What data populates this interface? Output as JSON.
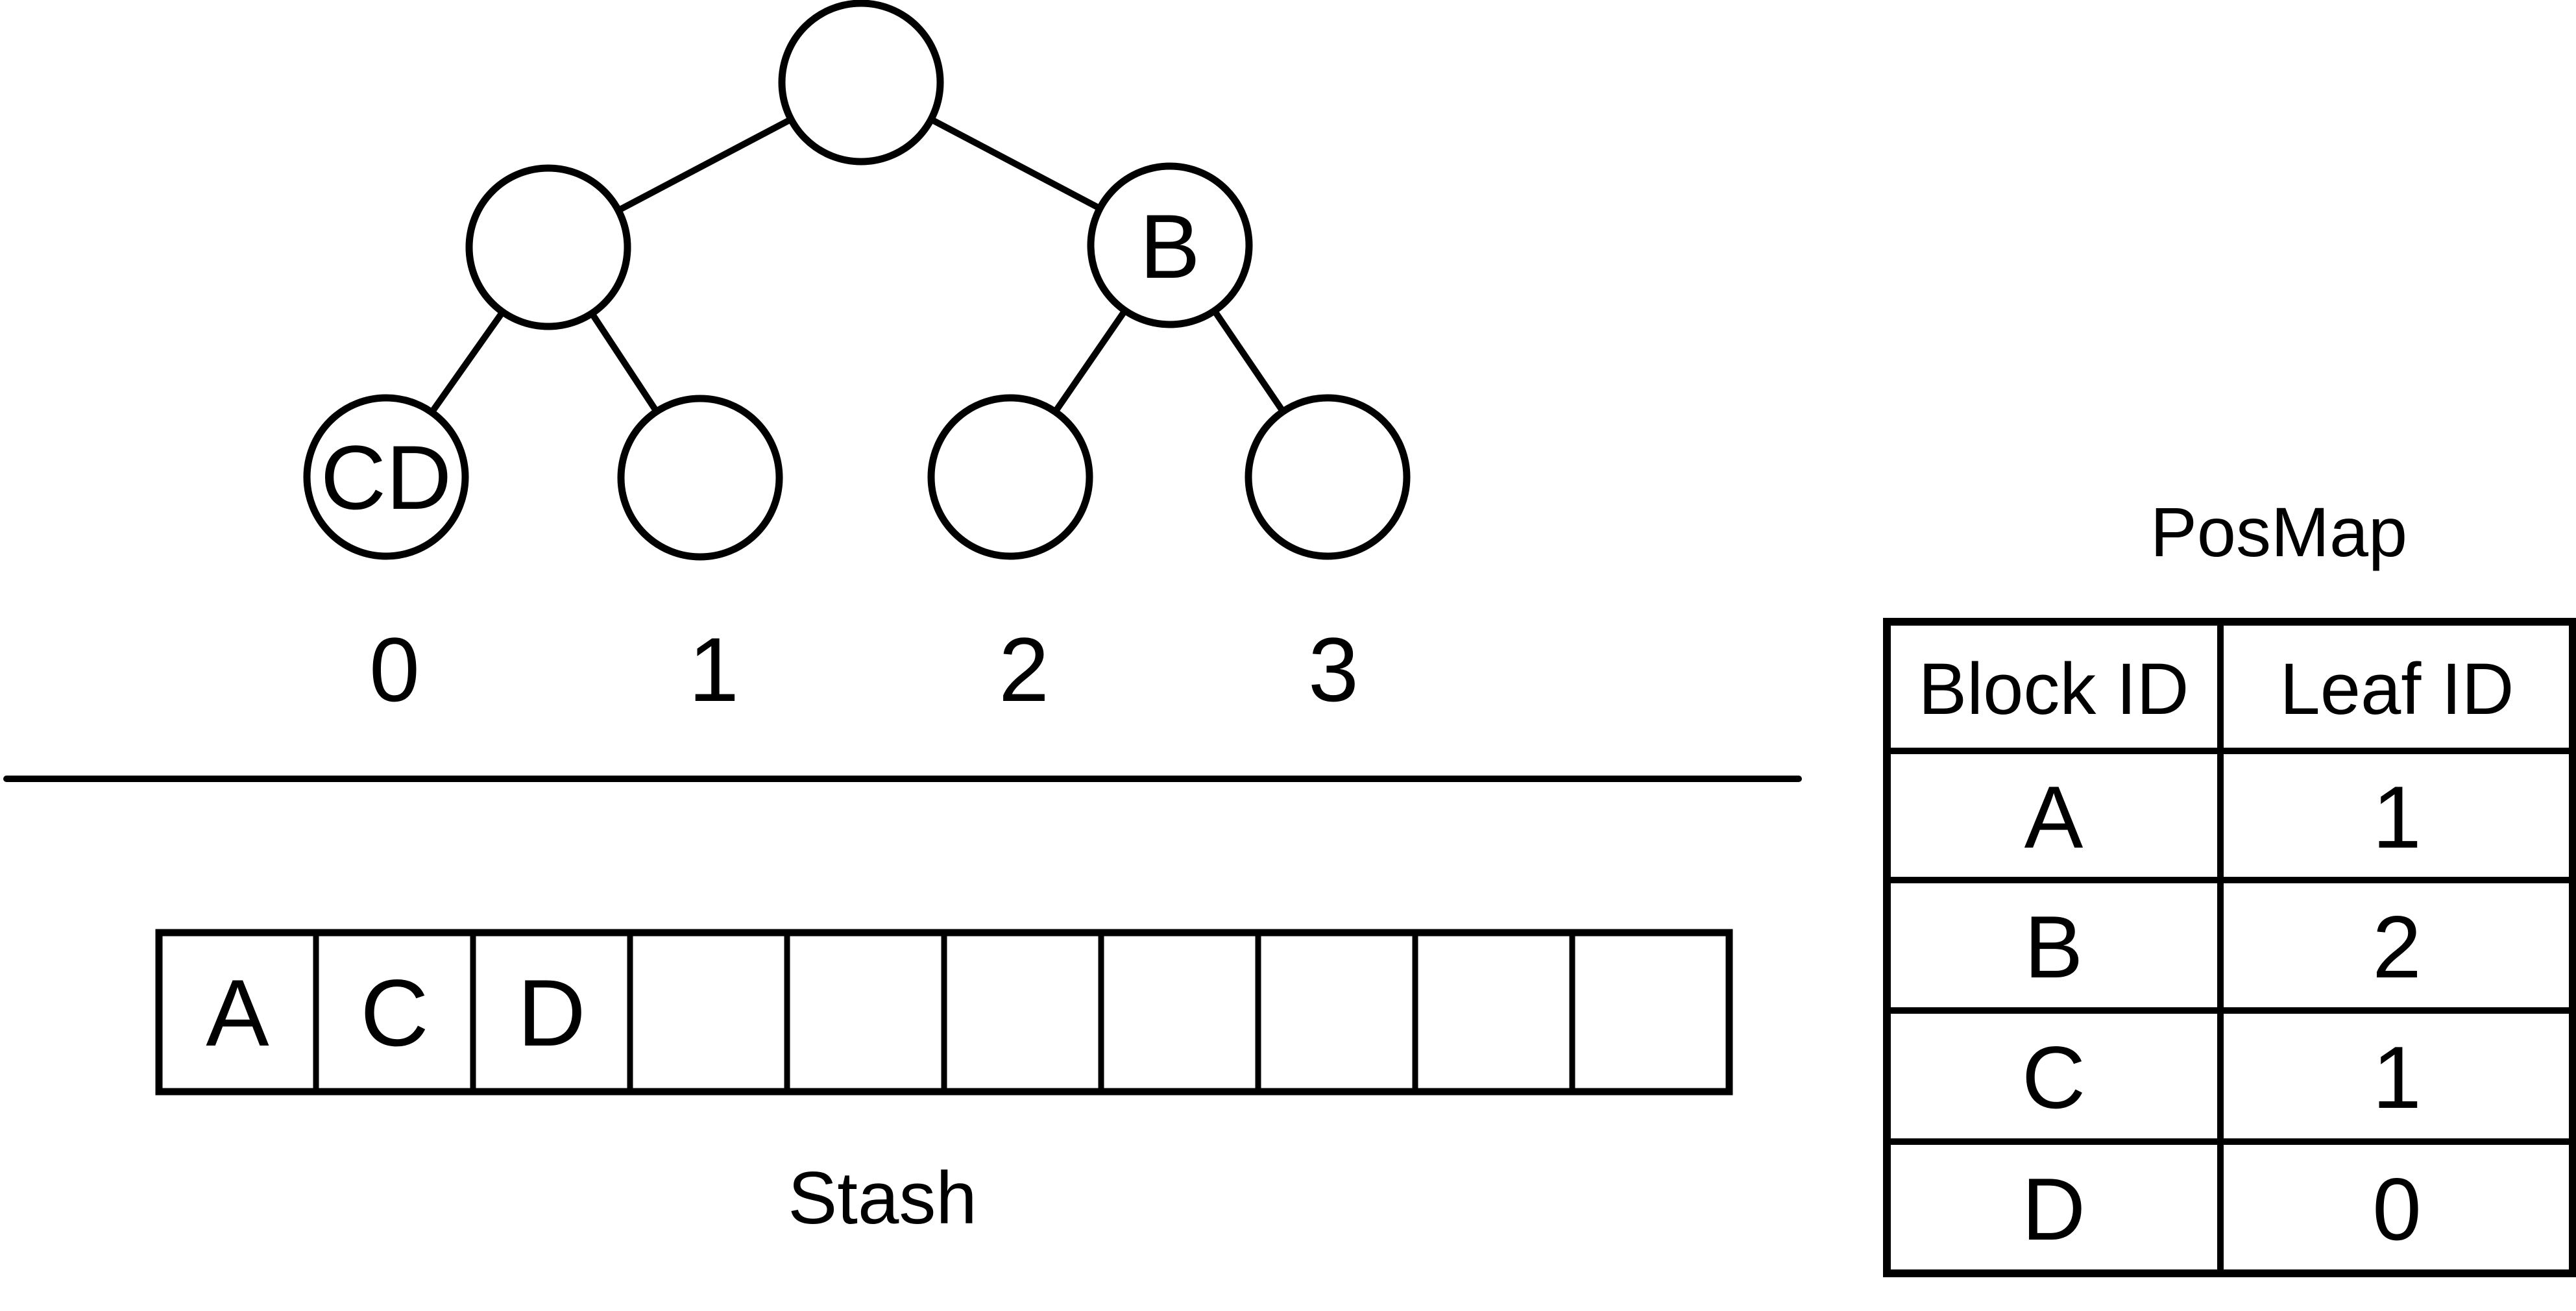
{
  "tree": {
    "node_b_label": "B",
    "node_cd_label": "CD",
    "leaf_ids": [
      "0",
      "1",
      "2",
      "3"
    ]
  },
  "stash": {
    "label": "Stash",
    "cells": [
      "A",
      "C",
      "D",
      "",
      "",
      "",
      "",
      "",
      "",
      ""
    ]
  },
  "posmap": {
    "title": "PosMap",
    "columns": [
      "Block ID",
      "Leaf ID"
    ],
    "rows": [
      [
        "A",
        "1"
      ],
      [
        "B",
        "2"
      ],
      [
        "C",
        "1"
      ],
      [
        "D",
        "0"
      ]
    ]
  },
  "colors": {
    "ink": "#000000",
    "background": "#ffffff"
  }
}
